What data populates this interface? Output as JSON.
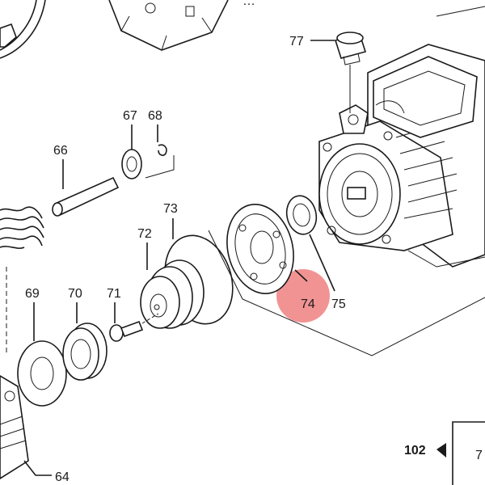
{
  "labels": {
    "l77": "77",
    "l67": "67",
    "l68": "68",
    "l66": "66",
    "l73": "73",
    "l72": "72",
    "l69": "69",
    "l70": "70",
    "l71": "71",
    "l74": "74",
    "l75": "75",
    "l64": "64",
    "l102": "102",
    "l_partial": "7"
  },
  "colors": {
    "highlight": "#f08080",
    "line": "#1a1a1a",
    "background": "#ffffff"
  }
}
